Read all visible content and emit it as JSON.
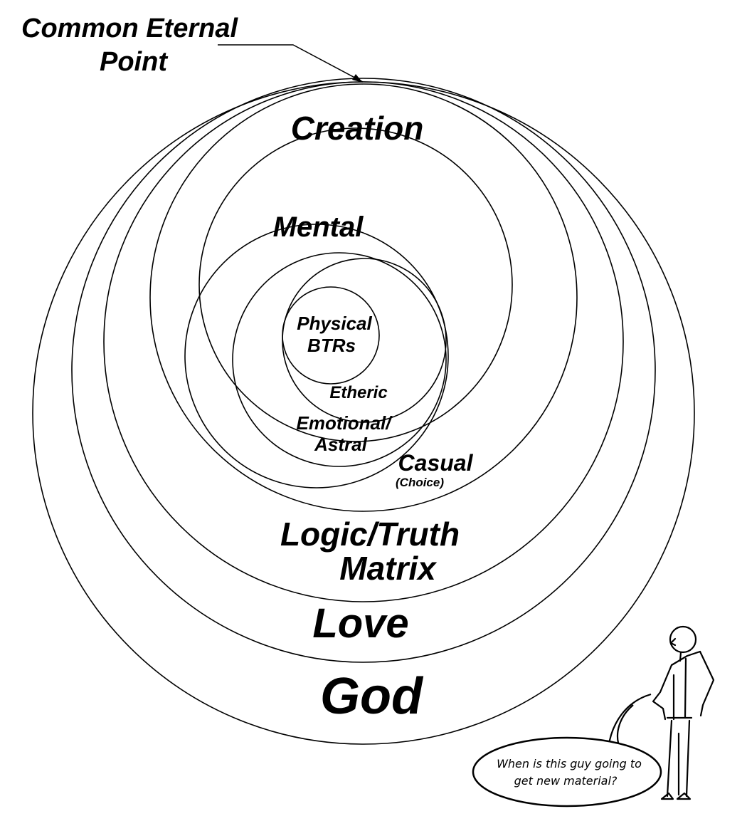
{
  "diagram": {
    "pointer_label": [
      "Common Eternal",
      "Point"
    ],
    "rings": [
      {
        "id": "god",
        "lines": [
          "God"
        ]
      },
      {
        "id": "love",
        "lines": [
          "Love"
        ]
      },
      {
        "id": "logic",
        "lines": [
          "Logic/Truth",
          "Matrix"
        ]
      },
      {
        "id": "creation",
        "lines": [
          "Creation"
        ]
      },
      {
        "id": "mental",
        "lines": [
          "Mental"
        ]
      },
      {
        "id": "casual",
        "lines": [
          "Casual"
        ],
        "note": "(Choice)"
      },
      {
        "id": "emotional",
        "lines": [
          "Emotional/",
          "Astral"
        ]
      },
      {
        "id": "etheric",
        "lines": [
          "Etheric"
        ]
      },
      {
        "id": "physical",
        "lines": [
          "Physical",
          "BTRs"
        ]
      }
    ]
  },
  "cartoon": {
    "figure": "standing-man-icon",
    "speech_lines": [
      "When is this guy going to",
      "get new material?"
    ]
  },
  "colors": {
    "ink": "#000000",
    "background": "#ffffff"
  }
}
